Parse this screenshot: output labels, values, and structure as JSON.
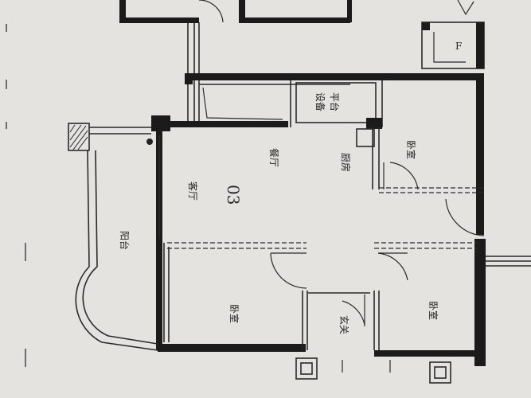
{
  "rooms": {
    "living": "客厅",
    "dining": "餐厅",
    "balcony": "阳台",
    "bedroom": "卧室",
    "kitchen": "厨房",
    "foyer": "玄关",
    "equipment_line1": "设备",
    "equipment_line2": "平台",
    "corner_mark": "F"
  },
  "unit_number": "03",
  "colors": {
    "paper": "#e4e3df",
    "ink": "#1b1b1b"
  }
}
